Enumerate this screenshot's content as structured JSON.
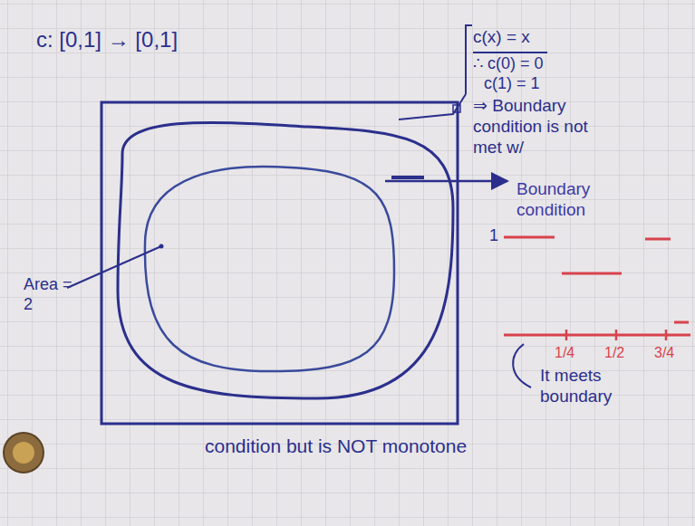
{
  "diagram": {
    "title": "c: [0,1] → [0,1]",
    "labels": [
      "c(x) = x",
      "∴ c(0) = 0",
      "c(1) = 1",
      "⇒ Boundary condition is not met w/",
      "Boundary condition",
      "Area = 2",
      "1",
      "1/4",
      "1/2",
      "3/4",
      "It meets boundary",
      "condition but is NOT monotone"
    ]
  }
}
